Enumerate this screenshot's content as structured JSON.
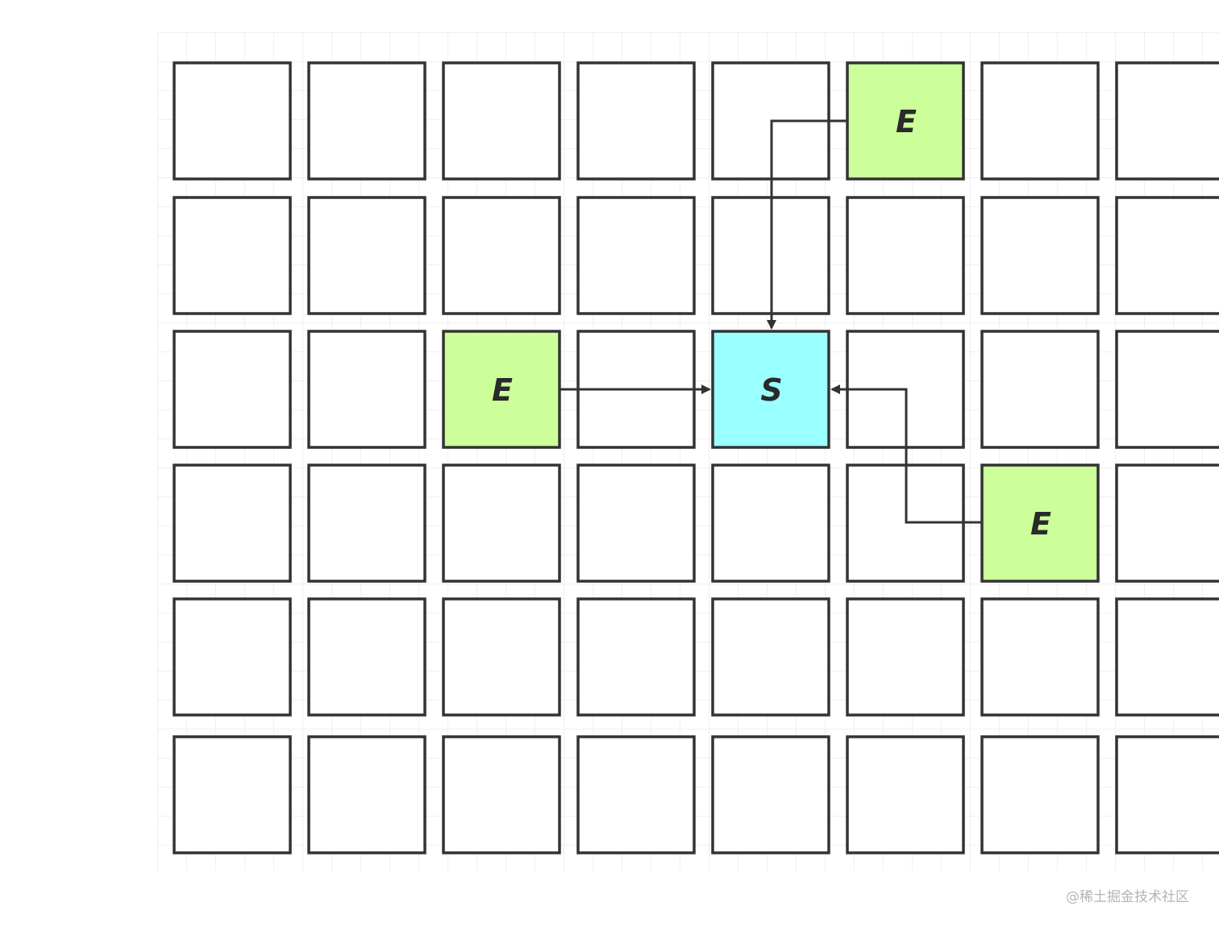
{
  "diagram": {
    "rows": 6,
    "columns": 8,
    "colors": {
      "background_grid": "#e9e9e9",
      "cell_border": "#333333",
      "cell_empty": "#ffffff",
      "start_fill": "#99ffff",
      "end_fill": "#ccff99",
      "arrow": "#333333"
    },
    "highlighted_cells": [
      {
        "row": 0,
        "col": 5,
        "kind": "end",
        "label": "E"
      },
      {
        "row": 2,
        "col": 2,
        "kind": "end",
        "label": "E"
      },
      {
        "row": 2,
        "col": 4,
        "kind": "start",
        "label": "S"
      },
      {
        "row": 3,
        "col": 6,
        "kind": "end",
        "label": "E"
      }
    ],
    "arrows": [
      {
        "from": {
          "row": 0,
          "col": 5
        },
        "to": {
          "row": 2,
          "col": 4
        },
        "route": "left-then-down"
      },
      {
        "from": {
          "row": 2,
          "col": 2
        },
        "to": {
          "row": 2,
          "col": 4
        },
        "route": "straight-right"
      },
      {
        "from": {
          "row": 3,
          "col": 6
        },
        "to": {
          "row": 2,
          "col": 4
        },
        "route": "left-up-left"
      }
    ]
  },
  "watermark": "@稀土掘金技术社区"
}
